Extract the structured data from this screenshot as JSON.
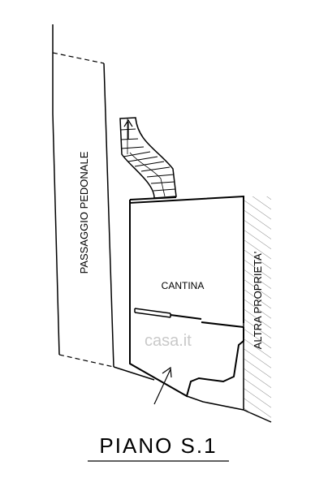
{
  "labels": {
    "passage": "PASSAGGIO PEDONALE",
    "room": "CANTINA",
    "neighbor": "ALTRA PROPRIETA'",
    "watermark": "casa.it",
    "floor": "PIANO S.1"
  },
  "colors": {
    "ink": "#000000",
    "watermark": "#c9c9c9",
    "background": "#ffffff"
  },
  "icons": {
    "entry": "arrow-entry-icon",
    "stair": "stair-direction-arrow-icon"
  }
}
